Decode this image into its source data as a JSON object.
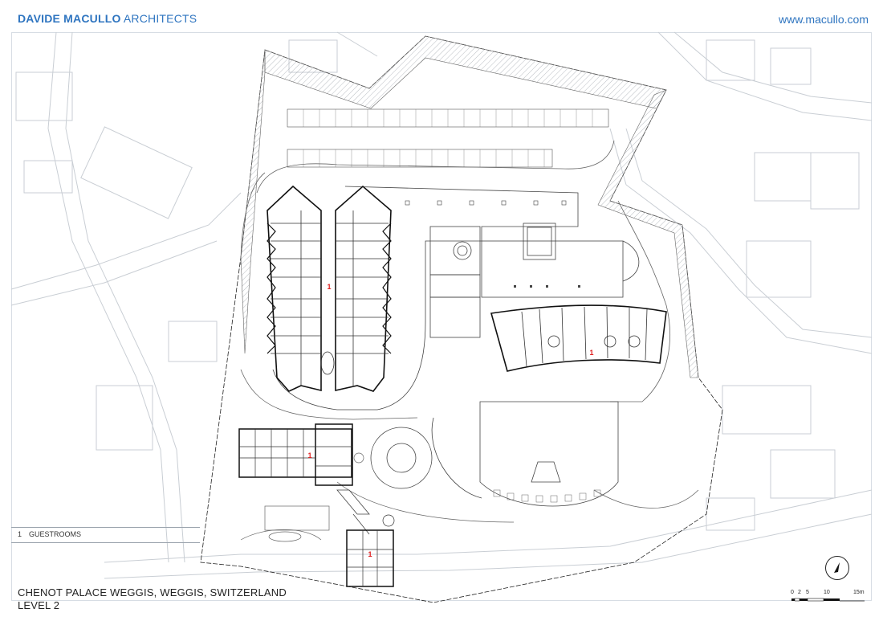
{
  "header": {
    "brand_bold": "DAVIDE MACULLO",
    "brand_rest": "ARCHITECTS",
    "website": "www.macullo.com"
  },
  "legend": {
    "items": [
      {
        "number": "1",
        "label": "GUESTROOMS"
      }
    ]
  },
  "room_markers": [
    "1",
    "1",
    "1",
    "1"
  ],
  "title": {
    "line1": "CHENOT PALACE WEGGIS, WEGGIS, SWITZERLAND",
    "line2": "LEVEL 2"
  },
  "scale_bar": {
    "ticks": [
      "0",
      "2",
      "5",
      "10",
      "15m"
    ]
  },
  "colors": {
    "brand": "#2f75c0",
    "linework": "#222222",
    "context": "#c9ced4",
    "marker": "#e02020"
  }
}
